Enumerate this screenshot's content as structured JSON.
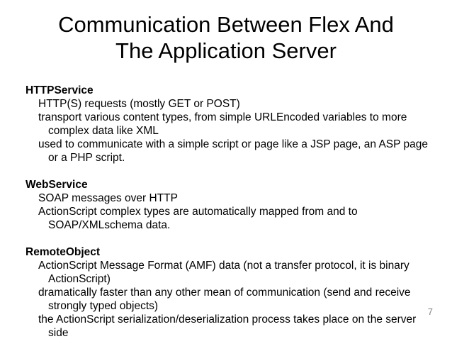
{
  "slide": {
    "background_color": "#ffffff",
    "text_color": "#000000",
    "page_number_color": "#808080",
    "title": {
      "line1": "Communication Between Flex And",
      "line2": "The Application Server"
    },
    "page_number": "7",
    "sections": [
      {
        "heading": "HTTPService",
        "bullets": [
          "HTTP(S) requests (mostly GET or POST)",
          "transport various content types, from simple URLEncoded variables to more complex data like XML",
          "used to communicate with a simple script or page like a JSP page, an ASP page or a PHP script."
        ]
      },
      {
        "heading": "WebService",
        "bullets": [
          "SOAP messages over HTTP",
          "ActionScript complex types are automatically mapped from and to SOAP/XMLschema data."
        ]
      },
      {
        "heading": "RemoteObject",
        "bullets": [
          "ActionScript Message Format (AMF) data (not a transfer protocol, it is binary ActionScript)",
          "dramatically faster than any other mean of communication  (send and receive strongly typed objects)",
          "the ActionScript serialization/deserialization process takes place on the server side"
        ]
      }
    ]
  }
}
